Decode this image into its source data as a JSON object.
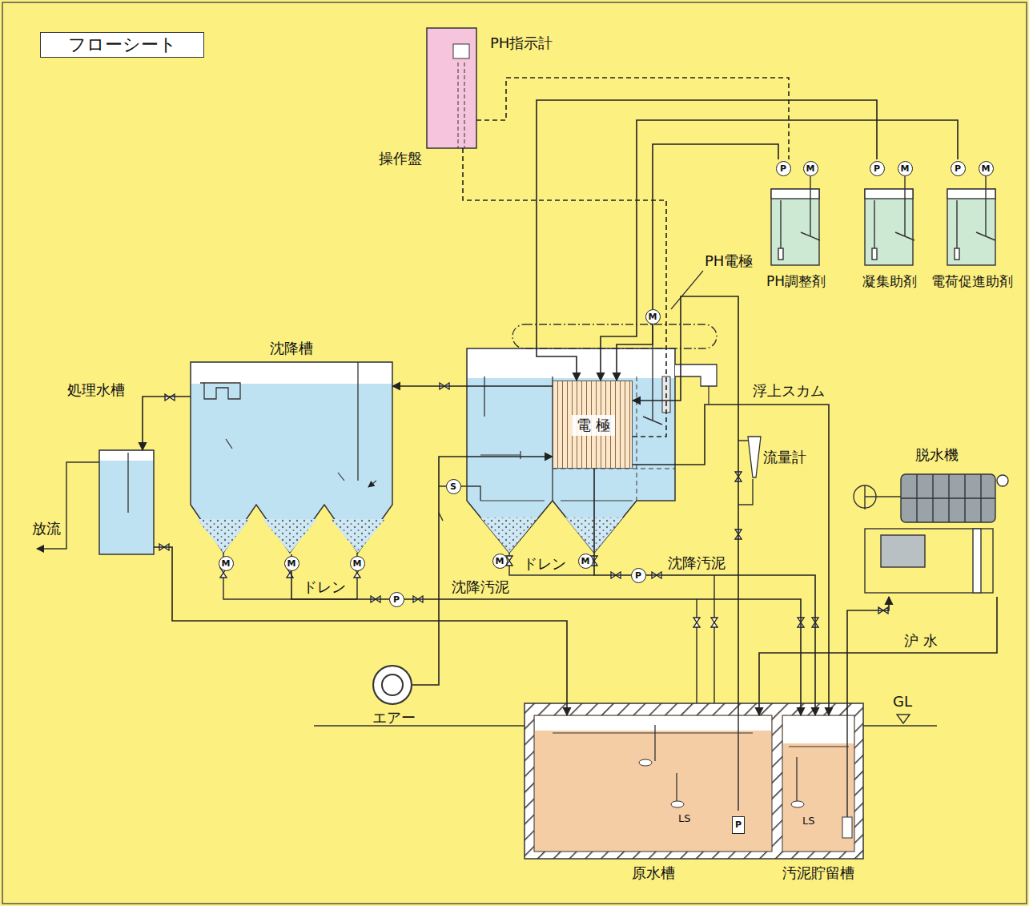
{
  "diagram": {
    "title": "フローシート",
    "nodes": [
      {
        "text": [
          "PH指示計",
          "操作盤"
        ]
      },
      {
        "text": [
          "PH調整剤"
        ]
      },
      {
        "text": [
          "凝集助剤"
        ]
      },
      {
        "text": [
          "電荷促進助剤"
        ]
      },
      {
        "text": [
          "沈降槽"
        ]
      },
      {
        "text": [
          "処理水槽"
        ]
      },
      {
        "text": [
          "電 極"
        ]
      },
      {
        "text": [
          "脱水機"
        ]
      },
      {
        "text": [
          "原水槽"
        ]
      },
      {
        "text": [
          "汚泥貯留槽"
        ]
      },
      {
        "text": [
          "エアー"
        ]
      }
    ],
    "edges": [
      {
        "from": 8,
        "to": 6,
        "arrow": "to"
      },
      {
        "from": 1,
        "to": 6,
        "arrow": "to"
      },
      {
        "from": 2,
        "to": 6,
        "arrow": "to"
      },
      {
        "from": 3,
        "to": 6,
        "arrow": "to"
      },
      {
        "from": 0,
        "to": 1,
        "arrow": "none"
      },
      {
        "from": 0,
        "to": 6,
        "arrow": "none"
      },
      {
        "from": 6,
        "to": 4,
        "arrow": "to"
      },
      {
        "from": 4,
        "to": 5,
        "arrow": "to"
      },
      {
        "from": 5,
        "to": 8,
        "arrow": "to"
      },
      {
        "from": 4,
        "to": 9,
        "label": "沈降汚泥",
        "arrow": "to"
      },
      {
        "from": 6,
        "to": 9,
        "label": "沈降汚泥",
        "arrow": "to"
      },
      {
        "from": 6,
        "to": 9,
        "label": "浮上スカム",
        "arrow": "to"
      },
      {
        "from": 7,
        "to": 8,
        "label": "沪 水",
        "arrow": "to"
      },
      {
        "from": 9,
        "to": 7,
        "arrow": "to"
      },
      {
        "from": 10,
        "to": 6,
        "arrow": "to"
      }
    ],
    "labels": [
      "PH電極",
      "流量計",
      "ドレン",
      "ドレン",
      "放流",
      "GL",
      "LS",
      "LS",
      "P",
      "M",
      "P",
      "M",
      "P",
      "M",
      "M",
      "S",
      "M",
      "M",
      "M",
      "M",
      "M",
      "P",
      "P",
      "P"
    ]
  }
}
